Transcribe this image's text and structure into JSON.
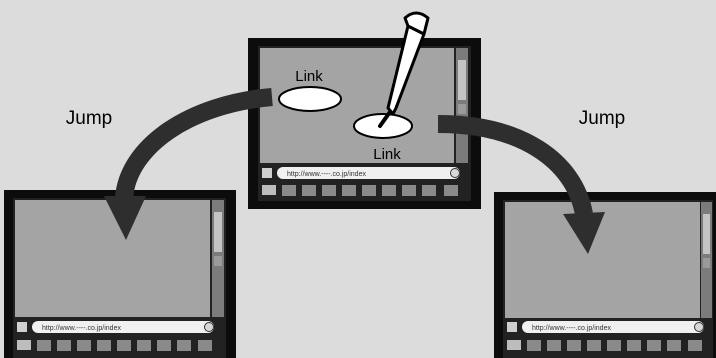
{
  "labels": {
    "jump_left": "Jump",
    "jump_right": "Jump",
    "link_top": "Link",
    "link_bottom": "Link"
  },
  "screen": {
    "url_text": "http://www.----.co.jp/index",
    "toolbar_icons": [
      "back-icon",
      "forward-icon",
      "stop-icon",
      "reload-icon",
      "home-icon",
      "bookmark-icon",
      "history-icon",
      "zoom-icon",
      "menu-icon"
    ]
  },
  "colors": {
    "background": "#dcdcdc",
    "frame": "#0c0c0c",
    "screen_fill": "#a4a4a4",
    "arrow": "#2e2e2e",
    "link_blob": "#ffffff"
  }
}
